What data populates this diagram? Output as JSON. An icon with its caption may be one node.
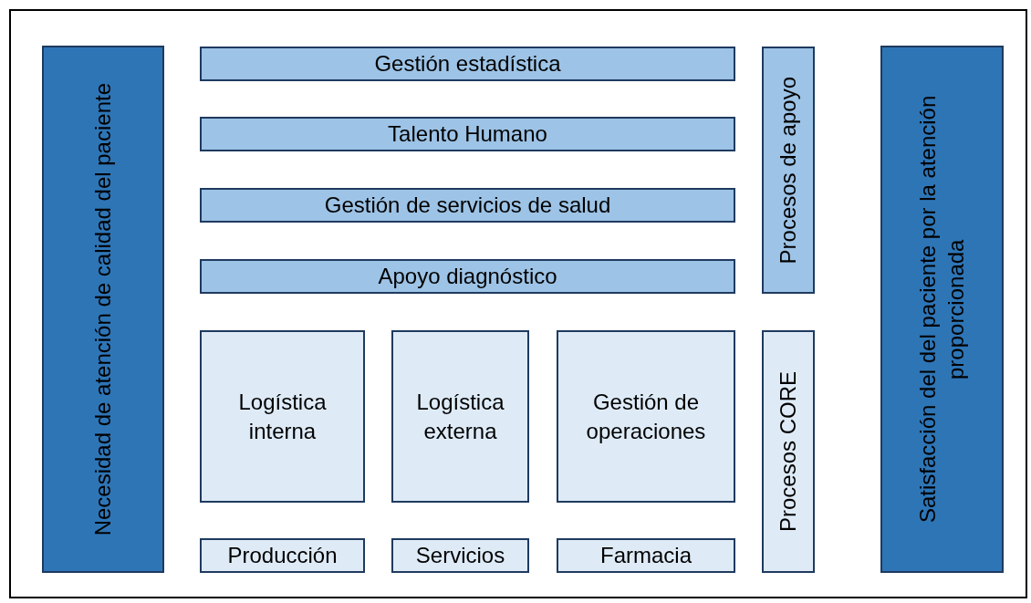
{
  "diagram": {
    "nodes": [
      {
        "text": [
          "Necesidad de atención de calidad del paciente"
        ]
      },
      {
        "text": [
          "Gestión estadística"
        ]
      },
      {
        "text": [
          "Talento Humano"
        ]
      },
      {
        "text": [
          "Gestión de servicios de salud"
        ]
      },
      {
        "text": [
          "Apoyo diagnóstico"
        ]
      },
      {
        "text": [
          "Procesos de apoyo"
        ]
      },
      {
        "text": [
          "Logística interna"
        ]
      },
      {
        "text": [
          "Logística externa"
        ]
      },
      {
        "text": [
          "Gestión de operaciones"
        ]
      },
      {
        "text": [
          "Procesos CORE"
        ]
      },
      {
        "text": [
          "Producción"
        ]
      },
      {
        "text": [
          "Servicios"
        ]
      },
      {
        "text": [
          "Farmacia"
        ]
      },
      {
        "text": [
          "Satisfacción del del paciente por la atención proporcionada"
        ]
      }
    ]
  }
}
